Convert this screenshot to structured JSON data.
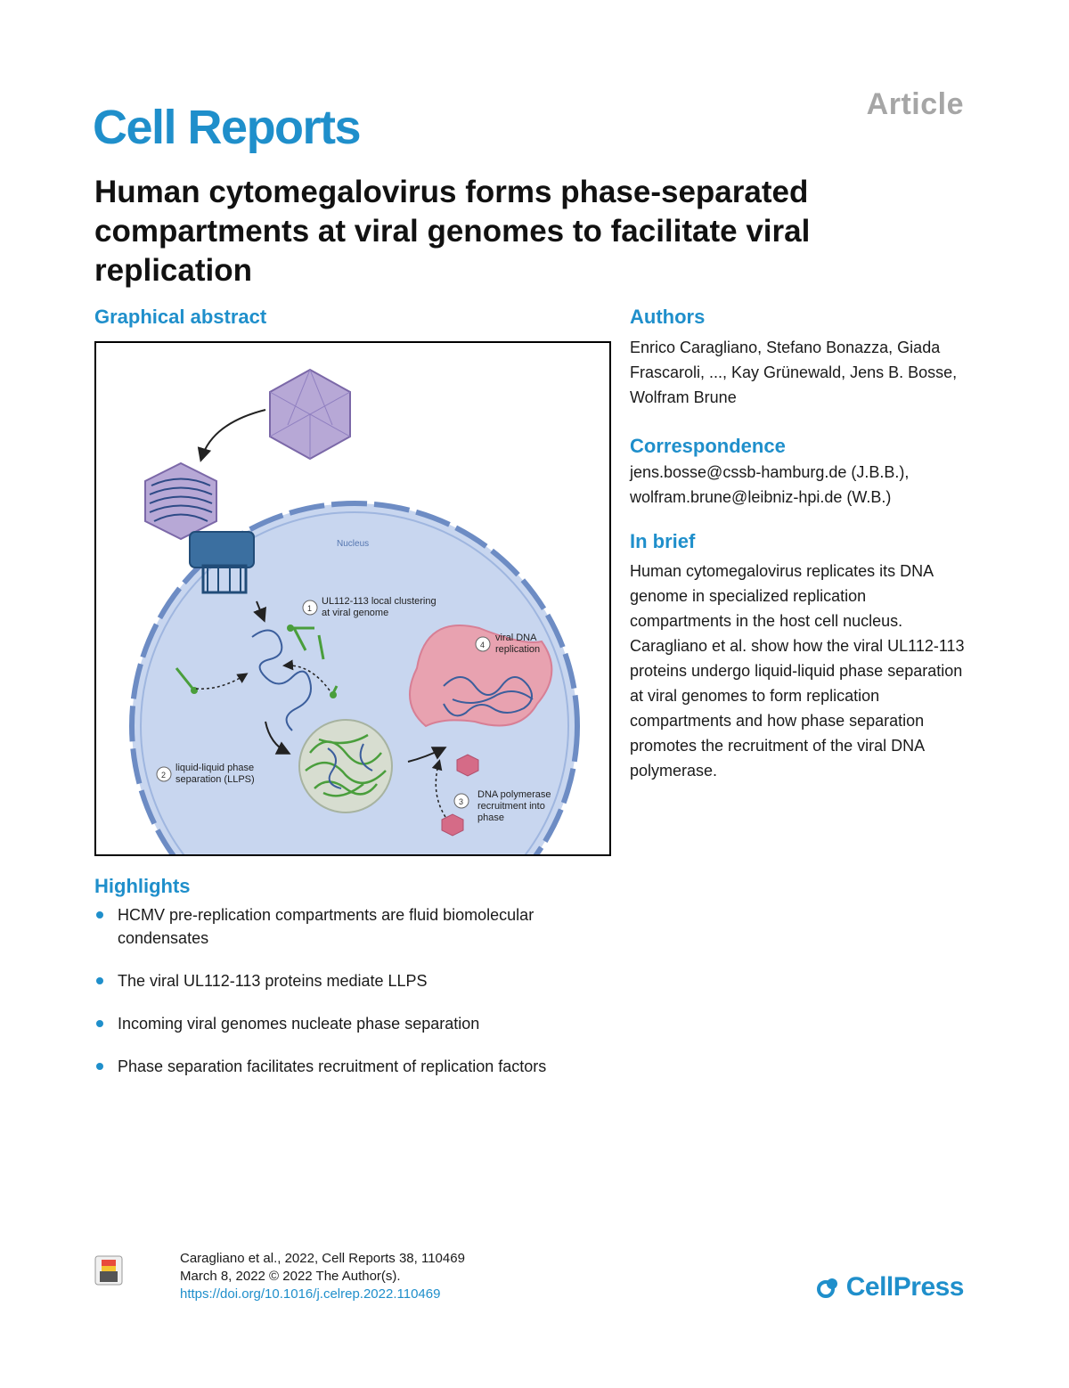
{
  "header": {
    "article_type": "Article",
    "journal": "Cell Reports"
  },
  "title": "Human cytomegalovirus forms phase-separated compartments at viral genomes to facilitate viral replication",
  "graphical_abstract": {
    "heading": "Graphical abstract",
    "labels": {
      "nucleus": "Nucleus",
      "step1_num": "1",
      "step1_line1": "UL112-113 local clustering",
      "step1_line2": "at viral genome",
      "step2_num": "2",
      "step2_line1": "liquid-liquid phase",
      "step2_line2": "separation (LLPS)",
      "step3_num": "3",
      "step3_line1": "DNA polymerase",
      "step3_line2": "recruitment into",
      "step3_line3": "phase",
      "step4_num": "4",
      "step4_line1": "viral DNA",
      "step4_line2": "replication"
    }
  },
  "authors": {
    "heading": "Authors",
    "text": "Enrico Caragliano, Stefano Bonazza, Giada Frascaroli, ..., Kay Grünewald, Jens B. Bosse, Wolfram Brune"
  },
  "correspondence": {
    "heading": "Correspondence",
    "line1": "jens.bosse@cssb-hamburg.de (J.B.B.),",
    "line2": "wolfram.brune@leibniz-hpi.de (W.B.)"
  },
  "in_brief": {
    "heading": "In brief",
    "text": "Human cytomegalovirus replicates its DNA genome in specialized replication compartments in the host cell nucleus. Caragliano et al. show how the viral UL112-113 proteins undergo liquid-liquid phase separation at viral genomes to form replication compartments and how phase separation promotes the recruitment of the viral DNA polymerase."
  },
  "highlights": {
    "heading": "Highlights",
    "items": [
      "HCMV pre-replication compartments are fluid biomolecular condensates",
      "The viral UL112-113 proteins mediate LLPS",
      "Incoming viral genomes nucleate phase separation",
      "Phase separation facilitates recruitment of replication factors"
    ]
  },
  "footer": {
    "citation": "Caragliano et al., 2022, Cell Reports 38, 110469",
    "date_line": "March 8, 2022 © 2022 The Author(s).",
    "doi": "https://doi.org/10.1016/j.celrep.2022.110469",
    "publisher": "CellPress"
  },
  "colors": {
    "accent": "#1f8fcb",
    "nucleus": "#c8d6ef",
    "condensate": "#e8a2b0",
    "protein": "#4a9e3c"
  }
}
